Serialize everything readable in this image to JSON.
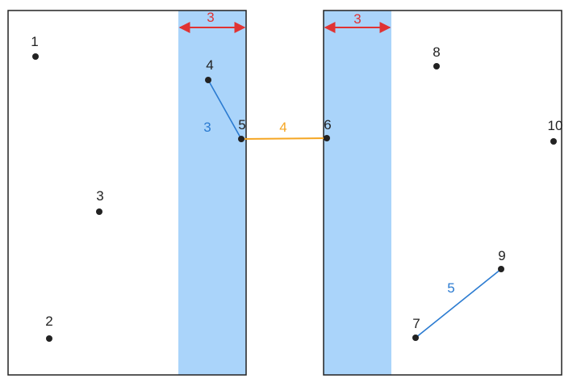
{
  "colors": {
    "background": "#ffffff",
    "panel_stroke": "#222222",
    "strip_fill": "#aad4fa",
    "red": "#e03333",
    "blue": "#2b7bd1",
    "orange": "#f5a623",
    "point": "#222222",
    "text": "#222222"
  },
  "points": [
    {
      "id": "1",
      "label": "1"
    },
    {
      "id": "2",
      "label": "2"
    },
    {
      "id": "3",
      "label": "3"
    },
    {
      "id": "4",
      "label": "4"
    },
    {
      "id": "5",
      "label": "5"
    },
    {
      "id": "6",
      "label": "6"
    },
    {
      "id": "7",
      "label": "7"
    },
    {
      "id": "8",
      "label": "8"
    },
    {
      "id": "9",
      "label": "9"
    },
    {
      "id": "10",
      "label": "10"
    }
  ],
  "edges": [
    {
      "id": "4-5",
      "from": "4",
      "to": "5",
      "label": "3",
      "color": "#2b7bd1"
    },
    {
      "id": "5-6",
      "from": "5",
      "to": "6",
      "label": "4",
      "color": "#f5a623"
    },
    {
      "id": "7-9",
      "from": "7",
      "to": "9",
      "label": "5",
      "color": "#2b7bd1"
    }
  ],
  "width_arrows": [
    {
      "id": "left",
      "label": "3"
    },
    {
      "id": "right",
      "label": "3"
    }
  ]
}
